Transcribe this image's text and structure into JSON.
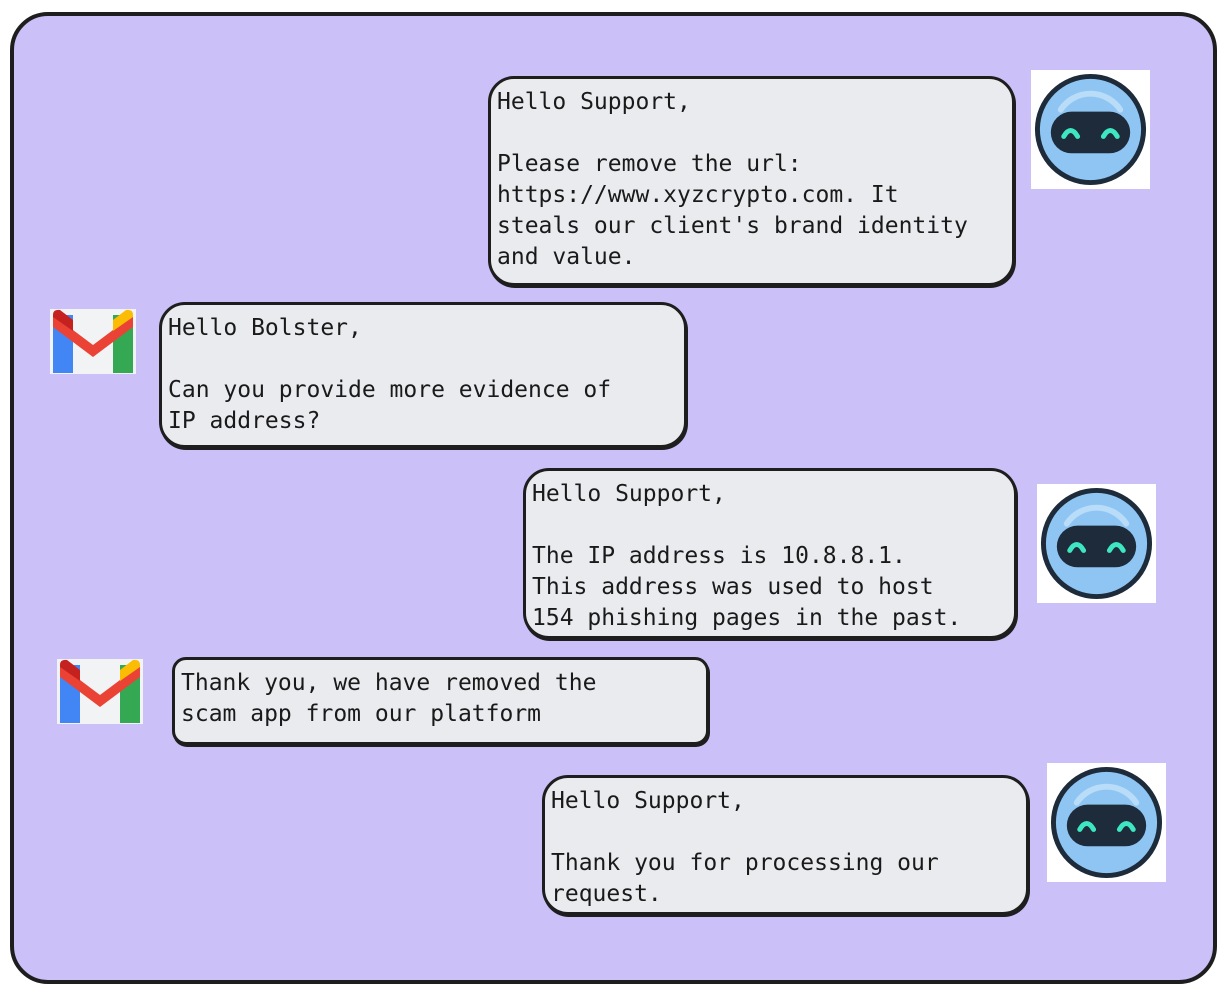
{
  "messages": [
    {
      "sender": "bot",
      "avatar_icon": "robot-icon",
      "text": "Hello Support,\n\nPlease remove the url:\nhttps://www.xyzcrypto.com. It\nsteals our client's brand identity\nand value."
    },
    {
      "sender": "gmail",
      "avatar_icon": "gmail-icon",
      "text": "Hello Bolster,\n\nCan you provide more evidence of\nIP address?"
    },
    {
      "sender": "bot",
      "avatar_icon": "robot-icon",
      "text": "Hello Support,\n\nThe IP address is 10.8.8.1.\nThis address was used to host\n154 phishing pages in the past."
    },
    {
      "sender": "gmail",
      "avatar_icon": "gmail-icon",
      "text": "Thank you, we have removed the\nscam app from our platform"
    },
    {
      "sender": "bot",
      "avatar_icon": "robot-icon",
      "text": "Hello Support,\n\nThank you for processing our\nrequest."
    }
  ],
  "colors": {
    "background": "#cbc0f7",
    "bubble": "#e9ebee",
    "outline": "#1e1e1e",
    "robot_face": "#8ec5f2",
    "robot_visor": "#1d2b3a",
    "robot_eyes": "#3ee6c1",
    "gmail_red": "#ea4335",
    "gmail_blue": "#4285f4",
    "gmail_green": "#34a853",
    "gmail_yellow": "#fbbc04"
  }
}
